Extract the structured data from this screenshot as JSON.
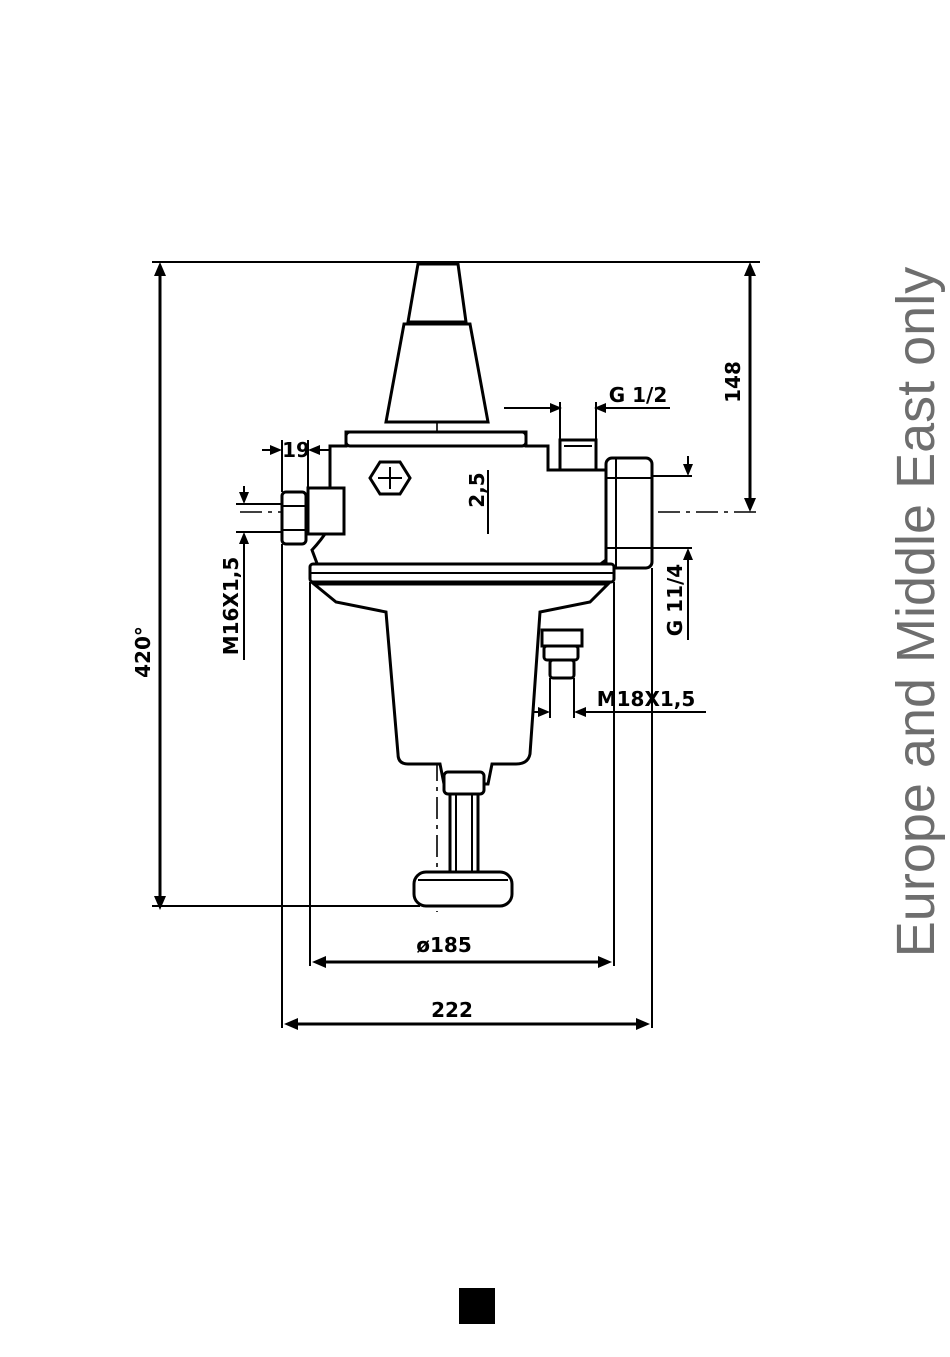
{
  "dimensions": {
    "height_total": "420°",
    "height_upper": "148",
    "outlet_thread": "G 1/2",
    "inlet_thread": "G 11/4",
    "side_offset": "19",
    "offset_small": "2,5",
    "port_left": "M16X1,5",
    "port_bottom": "M18X1,5",
    "body_diameter": "ø185",
    "overall_width": "222"
  },
  "side_note": "Europe and Middle East only",
  "colors": {
    "line": "#000000",
    "side_note": "#6e6e6e",
    "marker": "#000000"
  }
}
